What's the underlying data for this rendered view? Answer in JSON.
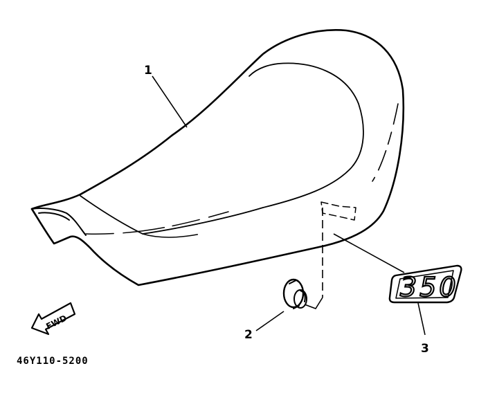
{
  "diagram": {
    "callouts": [
      {
        "id": "1",
        "label": "1"
      },
      {
        "id": "2",
        "label": "2"
      },
      {
        "id": "3",
        "label": "3"
      }
    ],
    "part_code": "46Y110-5200",
    "fwd_arrow_label": "FWD",
    "badge_text": "350",
    "line_color": "#000000",
    "background_color": "#ffffff"
  }
}
